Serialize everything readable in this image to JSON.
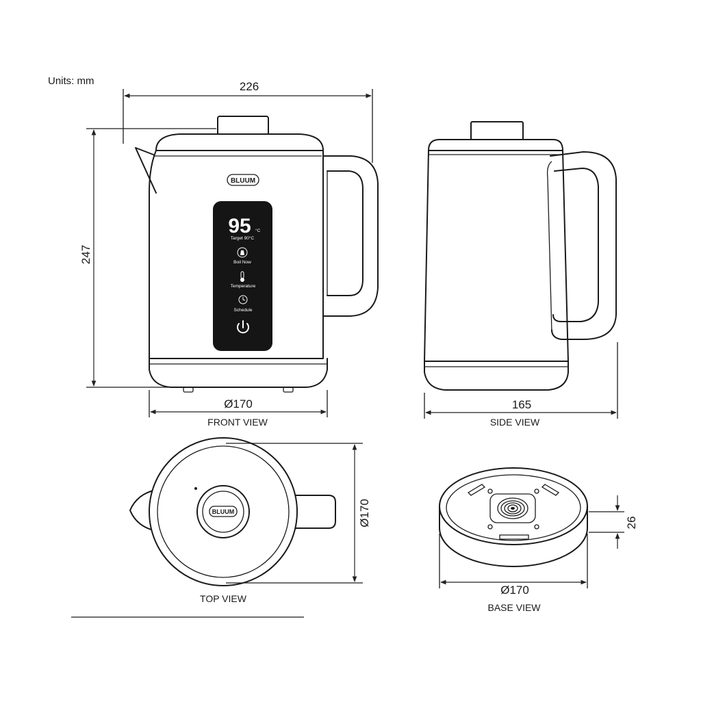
{
  "units_label": "Units: mm",
  "dimensions": {
    "front_width": "226",
    "front_height": "247",
    "front_base": "Ø170",
    "side_depth": "165",
    "top_diameter": "Ø170",
    "base_height": "26",
    "base_diameter": "Ø170"
  },
  "views": {
    "front": "FRONT VIEW",
    "side": "SIDE VIEW",
    "top": "TOP VIEW",
    "base": "BASE VIEW"
  },
  "brand": "BLUUM",
  "panel": {
    "temperature": "95",
    "unit": "°C",
    "target": "Target 90°C",
    "boil_now": "Boil Now",
    "temperature_label": "Temperature",
    "schedule": "Schedule"
  },
  "icons": {
    "boil": "kettle-icon",
    "temperature": "thermometer-icon",
    "schedule": "clock-icon",
    "power": "power-icon"
  },
  "colors": {
    "line": "#1a1a1a",
    "panel": "#151515",
    "panel_text": "#ffffff"
  }
}
